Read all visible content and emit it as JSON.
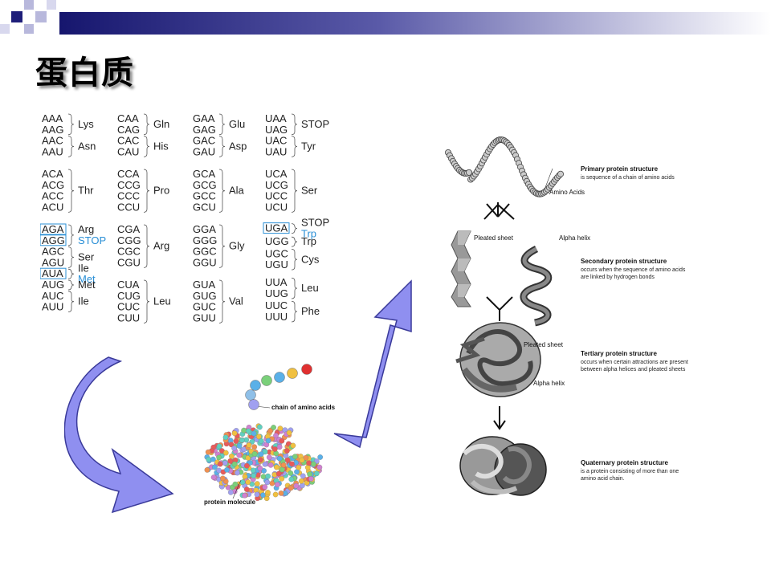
{
  "slide": {
    "title": "蛋白质"
  },
  "codon_table": {
    "columns": [
      {
        "groups": [
          {
            "codons": [
              "AAA",
              "AAG"
            ],
            "aa": [
              "Lys"
            ]
          },
          {
            "codons": [
              "AAC",
              "AAU"
            ],
            "aa": [
              "Asn"
            ]
          },
          {
            "codons": [
              "ACA",
              "ACG",
              "ACC",
              "ACU"
            ],
            "aa": [
              "Thr"
            ]
          },
          {
            "codons": [
              "AGA",
              "AGG"
            ],
            "aa": [
              "Arg",
              "STOP"
            ]
          },
          {
            "codons": [
              "AGC",
              "AGU"
            ],
            "aa": [
              "Ser"
            ]
          },
          {
            "codons": [
              "AUA"
            ],
            "aa": [
              "Ile",
              "Met"
            ]
          },
          {
            "codons": [
              "AUG"
            ],
            "aa": [
              "Met"
            ]
          },
          {
            "codons": [
              "AUC",
              "AUU"
            ],
            "aa": [
              "Ile"
            ]
          }
        ]
      },
      {
        "groups": [
          {
            "codons": [
              "CAA",
              "CAG"
            ],
            "aa": [
              "Gln"
            ]
          },
          {
            "codons": [
              "CAC",
              "CAU"
            ],
            "aa": [
              "His"
            ]
          },
          {
            "codons": [
              "CCA",
              "CCG",
              "CCC",
              "CCU"
            ],
            "aa": [
              "Pro"
            ]
          },
          {
            "codons": [
              "CGA",
              "CGG",
              "CGC",
              "CGU"
            ],
            "aa": [
              "Arg"
            ]
          },
          {
            "codons": [
              "CUA",
              "CUG",
              "CUC",
              "CUU"
            ],
            "aa": [
              "Leu"
            ]
          }
        ]
      },
      {
        "groups": [
          {
            "codons": [
              "GAA",
              "GAG"
            ],
            "aa": [
              "Glu"
            ]
          },
          {
            "codons": [
              "GAC",
              "GAU"
            ],
            "aa": [
              "Asp"
            ]
          },
          {
            "codons": [
              "GCA",
              "GCG",
              "GCC",
              "GCU"
            ],
            "aa": [
              "Ala"
            ]
          },
          {
            "codons": [
              "GGA",
              "GGG",
              "GGC",
              "GGU"
            ],
            "aa": [
              "Gly"
            ]
          },
          {
            "codons": [
              "GUA",
              "GUG",
              "GUC",
              "GUU"
            ],
            "aa": [
              "Val"
            ]
          }
        ]
      },
      {
        "groups": [
          {
            "codons": [
              "UAA",
              "UAG"
            ],
            "aa": [
              "STOP"
            ]
          },
          {
            "codons": [
              "UAC",
              "UAU"
            ],
            "aa": [
              "Tyr"
            ]
          },
          {
            "codons": [
              "UCA",
              "UCG",
              "UCC",
              "UCU"
            ],
            "aa": [
              "Ser"
            ]
          },
          {
            "codons": [
              "UGA"
            ],
            "aa": [
              "STOP",
              "Trp"
            ]
          },
          {
            "codons": [
              "UGG"
            ],
            "aa": [
              "Trp"
            ]
          },
          {
            "codons": [
              "UGC",
              "UGU"
            ],
            "aa": [
              "Cys"
            ]
          },
          {
            "codons": [
              "UUA",
              "UUG"
            ],
            "aa": [
              "Leu"
            ]
          },
          {
            "codons": [
              "UUC",
              "UUU"
            ],
            "aa": [
              "Phe"
            ]
          }
        ]
      }
    ],
    "highlighted_codons": [
      "AGA",
      "AGG",
      "AUA",
      "UGA"
    ],
    "highlight_aa": [
      "STOP(AGG)",
      "Met(AUA)",
      "Trp(UGA)"
    ],
    "highlight_color": "#2a8fd6"
  },
  "protein_molecule": {
    "chain_label": "chain of amino acids",
    "molecule_label": "protein molecule"
  },
  "structure_levels": {
    "primary": {
      "title": "Primary protein structure",
      "desc": "is sequence of a chain of amino acids",
      "label": "Amino Acids"
    },
    "secondary": {
      "title": "Secondary protein structure",
      "desc_1": "occurs when the sequence of amino acids",
      "desc_2": "are linked by hydrogen bonds",
      "label_left": "Pleated sheet",
      "label_right": "Alpha helix"
    },
    "tertiary": {
      "title": "Tertiary protein structure",
      "desc_1": "occurs when certain attractions are present",
      "desc_2": "between alpha helices and pleated sheets",
      "label_top": "Pleated sheet",
      "label_bottom": "Alpha helix"
    },
    "quaternary": {
      "title": "Quaternary protein structure",
      "desc_1": "is a protein consisting of more than one",
      "desc_2": "amino acid chain."
    }
  },
  "colors": {
    "header_bar_start": "#1a1a7a",
    "header_bar_end": "#ffffff",
    "arrow_fill": "#8f8ff0",
    "arrow_stroke": "#3a3a9a"
  }
}
